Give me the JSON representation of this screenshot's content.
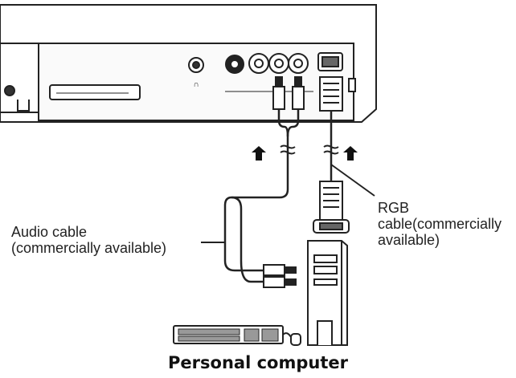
{
  "labels": {
    "audio_cable": [
      "Audio cable",
      "(commercially available)"
    ],
    "rgb_cable": [
      "RGB",
      "cable(commercially",
      "available)"
    ],
    "personal_computer": "Personal computer"
  }
}
